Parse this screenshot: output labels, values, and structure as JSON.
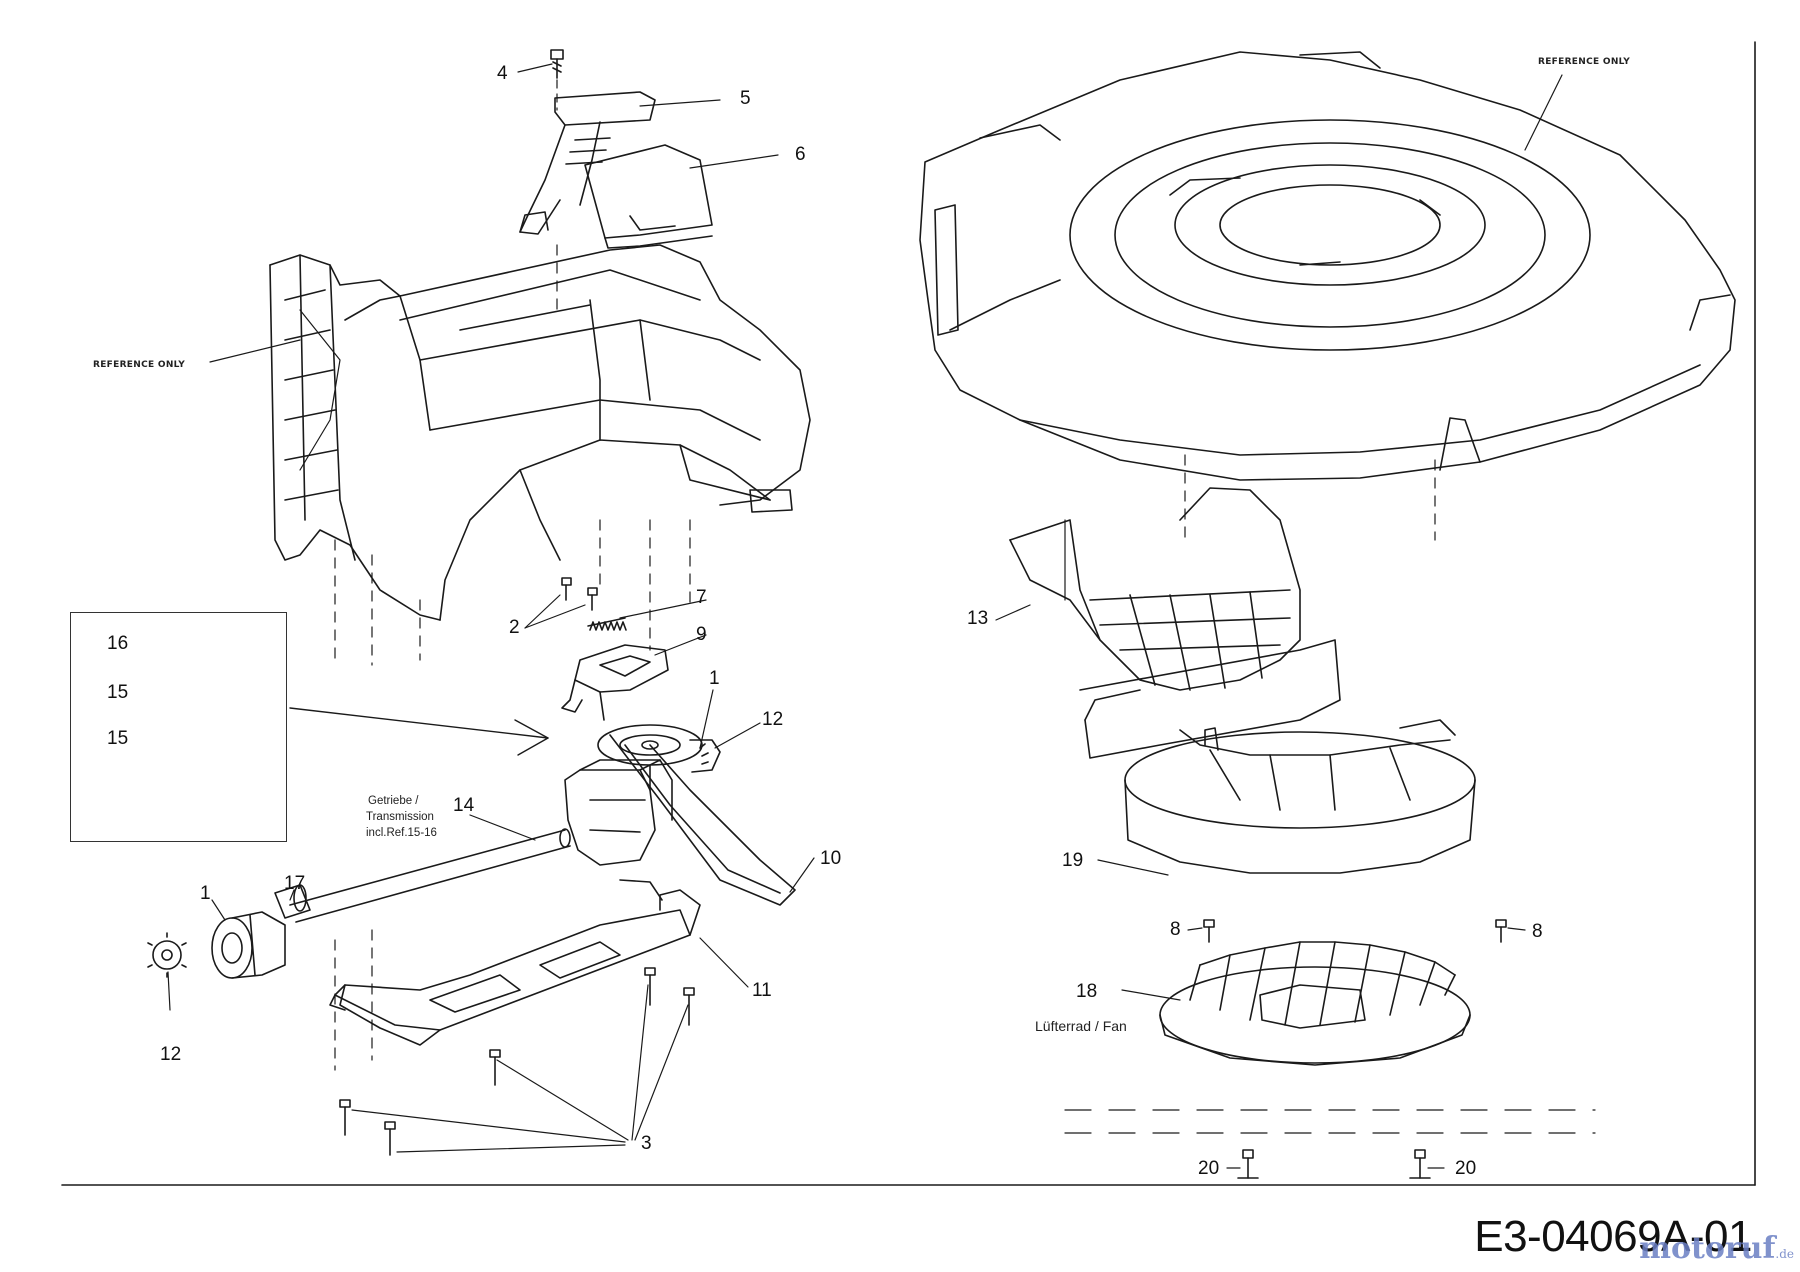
{
  "diagram": {
    "drawing_number": "E3-04069A-01",
    "watermark": {
      "brand": "motoruf",
      "suffix": ".de",
      "color": "#6b7fc4"
    },
    "reference_labels": [
      "REFERENCE ONLY",
      "REFERENCE ONLY"
    ],
    "transmission_note": [
      "Getriebe /",
      "Transmission",
      "incl.Ref.15-16"
    ],
    "fan_note": "Lüfterrad / Fan",
    "callouts": [
      "4",
      "5",
      "6",
      "2",
      "7",
      "9",
      "1",
      "12",
      "14",
      "10",
      "17",
      "1",
      "11",
      "12",
      "3",
      "16",
      "15",
      "15",
      "13",
      "19",
      "8",
      "8",
      "18",
      "20",
      "20"
    ]
  }
}
